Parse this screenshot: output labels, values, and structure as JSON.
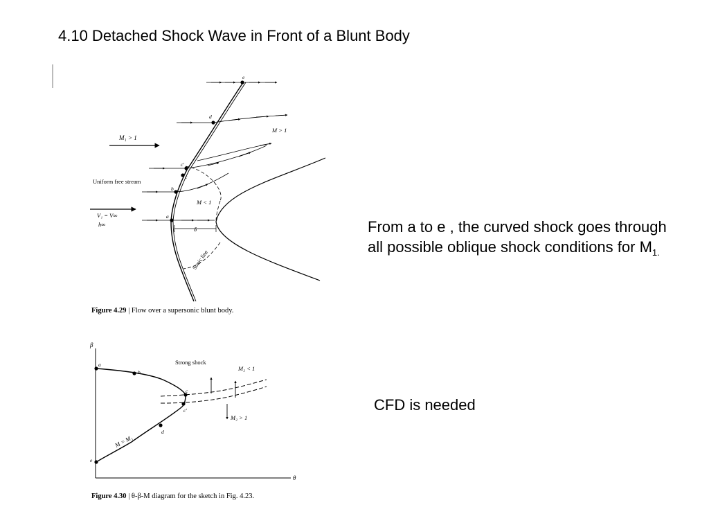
{
  "slide": {
    "title": "4.10 Detached Shock Wave in Front of a Blunt Body",
    "note1_main": "From a to e , the curved shock goes through all possible oblique shock conditions for M",
    "note1_sub": "1.",
    "note2": "CFD is needed"
  },
  "figure1": {
    "caption_label": "Figure 4.29",
    "caption_text": " | Flow over a supersonic blunt body.",
    "labels": {
      "m1": "M₁ > 1",
      "uniform": "Uniform free stream",
      "v1": "V₁ = V∞",
      "h": "h∞",
      "m_gt": "M > 1",
      "m_lt": "M < 1",
      "delta": "δ",
      "sonic": "Sonic line"
    },
    "points": [
      "a",
      "b",
      "c",
      "c'",
      "d",
      "e"
    ]
  },
  "figure2": {
    "caption_label": "Figure 4.30",
    "caption_text": " | θ-β-M diagram for the sketch in Fig. 4.23.",
    "labels": {
      "beta": "β",
      "theta": "θ",
      "strong": "Strong shock",
      "m2_lt": "M₂ < 1",
      "m2_gt": "M₂ > 1",
      "curve": "M = M₁"
    },
    "points": [
      "a",
      "b",
      "c",
      "c'",
      "d",
      "e"
    ]
  },
  "colors": {
    "ink": "#000000",
    "background": "#ffffff"
  }
}
